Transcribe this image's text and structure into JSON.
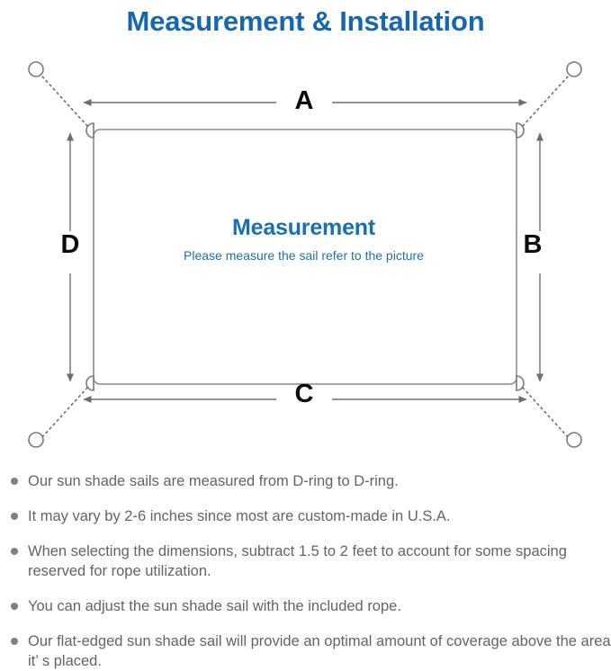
{
  "page": {
    "title": "Measurement & Installation",
    "background_color": "#ffffff",
    "title_color": "#1667b0"
  },
  "diagram": {
    "name": "sun-shade-sail-measurement-diagram",
    "center_heading": "Measurement",
    "center_subtext": "Please measure the sail refer to the picture",
    "heading_color": "#1a6eb3",
    "line_color": "#808080",
    "label_color": "#0a0a0a",
    "dimension_labels": {
      "top": "A",
      "right": "B",
      "bottom": "C",
      "left": "D"
    },
    "corners": [
      {
        "name": "top-left",
        "d_ring": true,
        "anchor_circle": true
      },
      {
        "name": "top-right",
        "d_ring": true,
        "anchor_circle": true
      },
      {
        "name": "bottom-left",
        "d_ring": true,
        "anchor_circle": true
      },
      {
        "name": "bottom-right",
        "d_ring": true,
        "anchor_circle": true
      }
    ]
  },
  "notes": {
    "bullet_color": "#808080",
    "items": [
      "Our sun shade sails are measured from D-ring to D-ring.",
      "It may vary by 2-6 inches since most are custom-made in U.S.A.",
      "When selecting the dimensions, subtract 1.5 to 2 feet to account for some spacing reserved for rope utilization.",
      "You can adjust the sun shade sail with the included rope.",
      "Our flat-edged sun shade sail will provide an optimal amount of coverage above the area it’ s placed."
    ]
  }
}
